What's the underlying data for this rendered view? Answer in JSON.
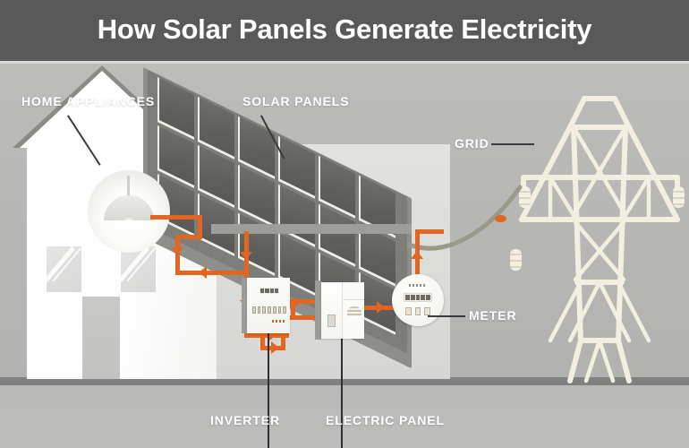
{
  "header": {
    "title": "How Solar Panels Generate Electricity",
    "background_color": "#59595a",
    "text_color": "#ffffff"
  },
  "theme": {
    "wall_color": "#b7b7b5",
    "ground_color": "#7f8080",
    "wire_color": "#e2661f",
    "pylon_color": "#f2efe0",
    "house_color": "#ffffff",
    "panel_color": "#5f5f5d",
    "leader_color": "#3b3b3b"
  },
  "labels": [
    {
      "id": "home-appliances",
      "text": "HOME APPLIANCES"
    },
    {
      "id": "solar-panels",
      "text": "SOLAR PANELS"
    },
    {
      "id": "grid",
      "text": "GRID"
    },
    {
      "id": "meter",
      "text": "METER"
    },
    {
      "id": "inverter",
      "text": "INVERTER"
    },
    {
      "id": "electric-panel",
      "text": "ELECTRIC PANEL"
    }
  ],
  "scene": {
    "house": {
      "name": "house",
      "windows": 2,
      "doors": 1
    },
    "solar_array": {
      "columns": 6,
      "rows": 3,
      "panel_count": 18
    },
    "lamp": {
      "name": "pendant-lamp",
      "state": "on"
    },
    "inverter": {
      "display_segments": 4,
      "switch_count": 7
    },
    "electric_panel": {
      "sections": 3
    },
    "meter": {
      "display_segments": 5,
      "dial_count": 3
    },
    "pylon": {
      "name": "transmission-tower",
      "crossarms": 2,
      "insulators": 4
    },
    "flow_direction": "solar panels to inverter to electric panel to meter to grid"
  }
}
